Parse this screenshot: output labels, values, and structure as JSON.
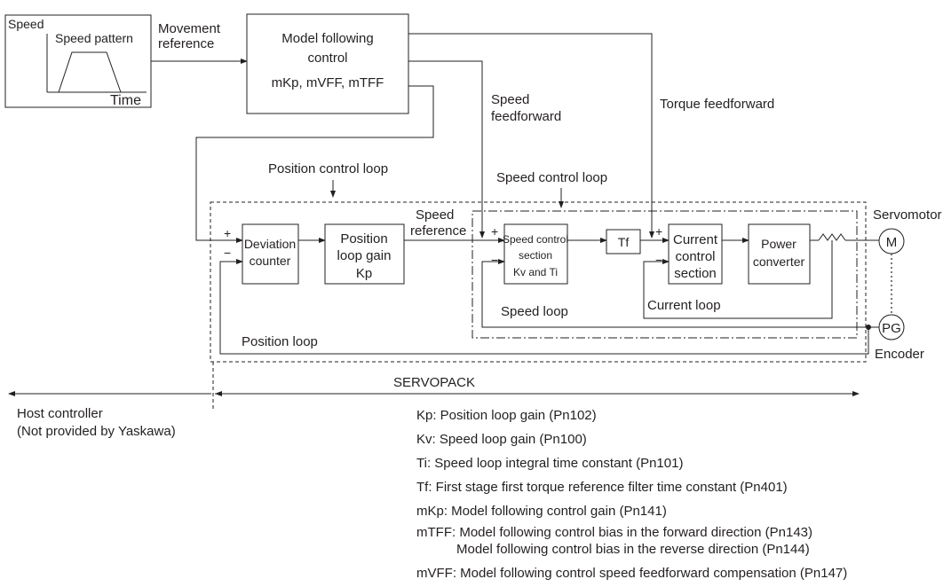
{
  "speed_pattern": {
    "axis_y_label": "Speed",
    "title": "Speed pattern",
    "axis_x_label": "Time"
  },
  "movement_reference": {
    "line1": "Movement",
    "line2": "reference"
  },
  "model_following": {
    "line1": "Model following",
    "line2": "control",
    "line3": "mKp, mVFF, mTFF"
  },
  "speed_feedforward": {
    "line1": "Speed",
    "line2": "feedforward"
  },
  "torque_feedforward": "Torque feedforward",
  "position_control_loop": "Position control loop",
  "speed_control_loop": "Speed control loop",
  "speed_reference": {
    "line1": "Speed",
    "line2": "reference"
  },
  "servomotor": "Servomotor",
  "motor_symbol": "M",
  "encoder_symbol": "PG",
  "encoder": "Encoder",
  "plus": "+",
  "minus": "−",
  "deviation_counter": {
    "line1": "Deviation",
    "line2": "counter"
  },
  "position_gain": {
    "line1": "Position",
    "line2": "loop gain",
    "line3": "Kp"
  },
  "speed_control_section": {
    "line1": "Speed control",
    "line2": "section",
    "line3": "Kv and Ti"
  },
  "tf_block": "Tf",
  "current_control": {
    "line1": "Current",
    "line2": "control",
    "line3": "section"
  },
  "power_converter": {
    "line1": "Power",
    "line2": "converter"
  },
  "speed_loop": "Speed loop",
  "current_loop": "Current loop",
  "position_loop": "Position loop",
  "servopack": "SERVOPACK",
  "host_controller": {
    "line1": "Host controller",
    "line2": "(Not provided by Yaskawa)"
  },
  "legend": [
    "Kp: Position loop gain (Pn102)",
    "Kv: Speed loop gain (Pn100)",
    "Ti: Speed loop integral time constant (Pn101)",
    "Tf: First stage first torque reference filter time constant (Pn401)",
    "mKp: Model following control gain (Pn141)",
    "mTFF: Model following control bias in the forward direction (Pn143)",
    "Model following control bias in the reverse direction (Pn144)",
    "mVFF: Model following control speed feedforward compensation (Pn147)"
  ]
}
